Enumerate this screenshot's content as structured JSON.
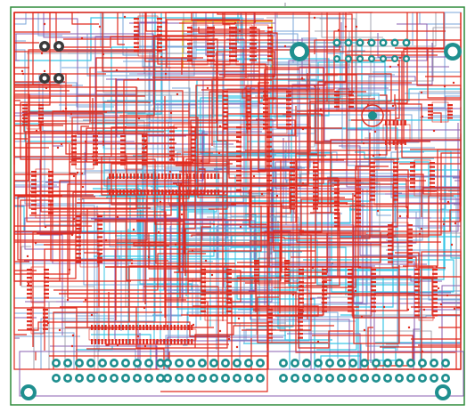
{
  "board": {
    "colors": {
      "background": "#ffffff",
      "outline_green": "#2e8b3a",
      "trace_red": "#e02b1f",
      "trace_blue": "#7aa6d8",
      "trace_cyan": "#38c6e6",
      "trace_purple": "#8a5fb0",
      "trace_grey": "#8e8e9e",
      "pad_teal": "#1f8f8f",
      "hole_white": "#ffffff",
      "silk_yellow": "#e6b800"
    },
    "icons": {
      "mounting_hole": "circle-ring",
      "via": "small-dot",
      "smd_pad": "red-rectangle",
      "header_pad": "teal-ring"
    }
  }
}
